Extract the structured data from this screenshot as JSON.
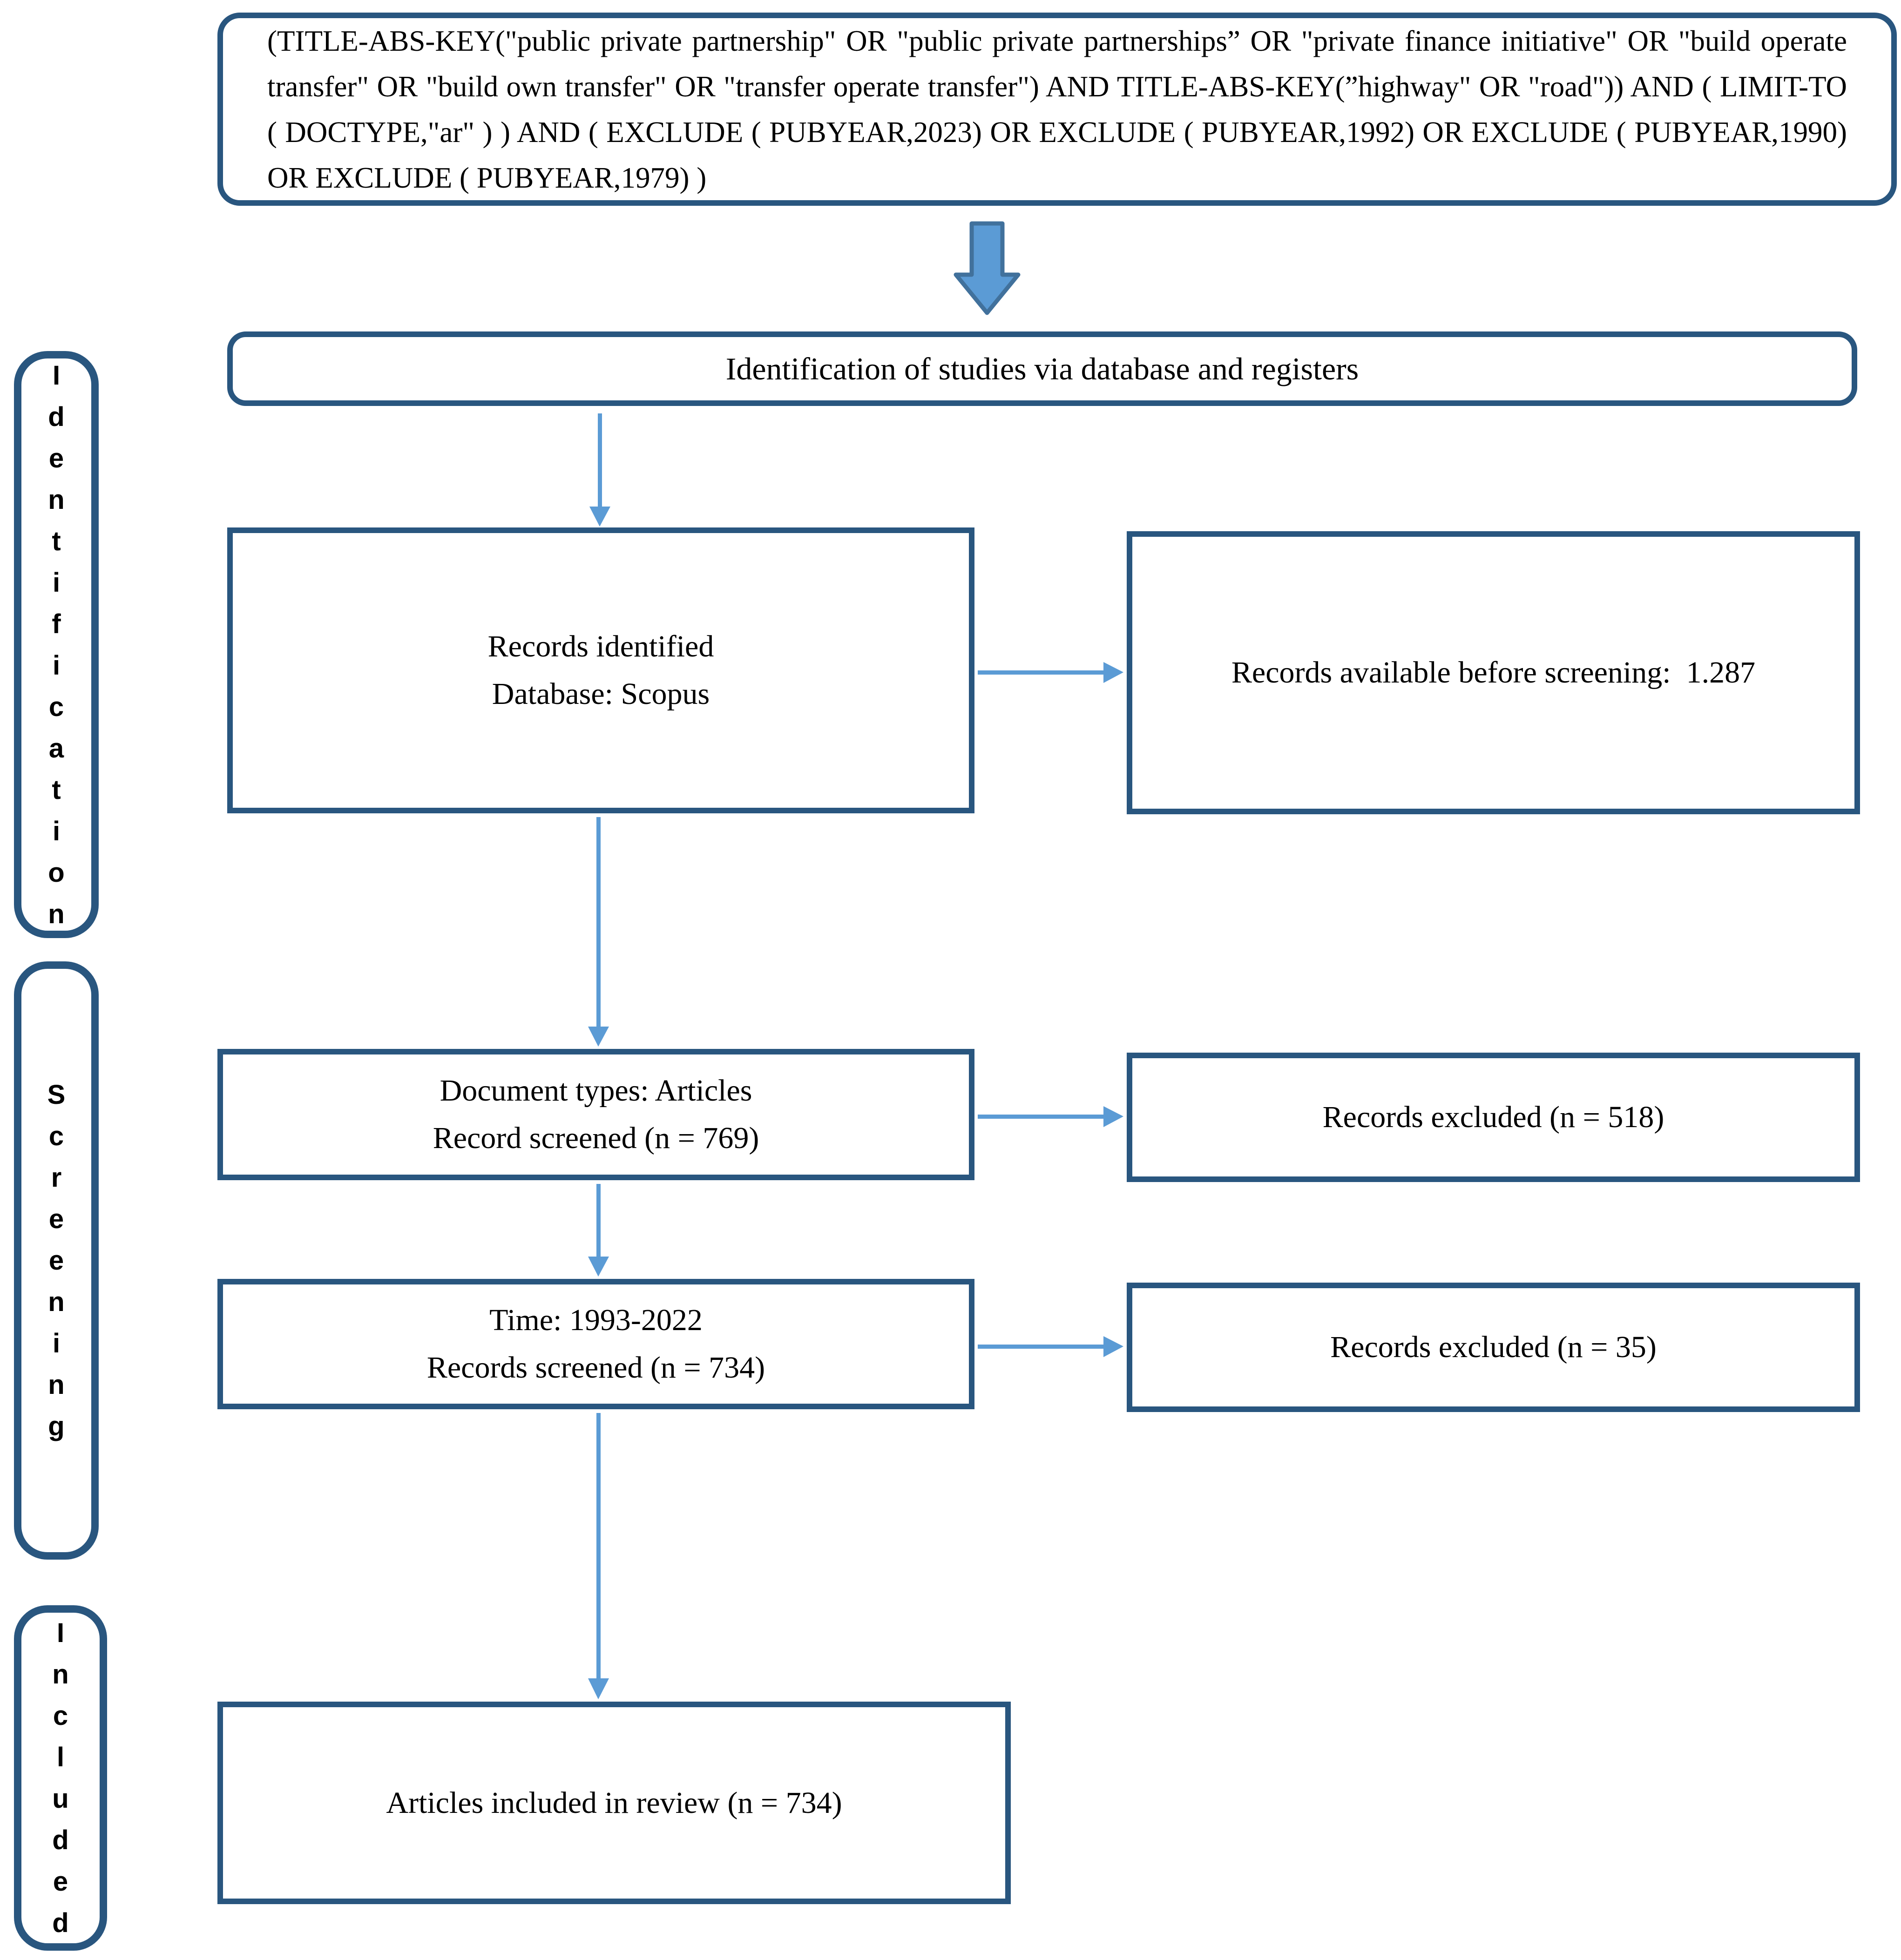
{
  "colors": {
    "box-border": "#29567F",
    "arrow-fill": "#5B9BD5",
    "arrow-stroke": "#41719C",
    "text": "#000000",
    "background": "#FFFFFF"
  },
  "query_box": {
    "text": "(TITLE-ABS-KEY(\"public private partnership\" OR \"public private partnerships” OR \"private finance initiative\" OR \"build operate transfer\" OR \"build own transfer\" OR \"transfer operate transfer\") AND TITLE-ABS-KEY(”highway\" OR \"road\")) AND ( LIMIT-TO ( DOCTYPE,\"ar\" ) ) AND ( EXCLUDE ( PUBYEAR,2023) OR EXCLUDE ( PUBYEAR,1992) OR EXCLUDE ( PUBYEAR,1990) OR EXCLUDE ( PUBYEAR,1979) )"
  },
  "header_box": {
    "text": "Identification of studies via database and registers"
  },
  "stage_labels": [
    {
      "text": "Identification",
      "vertical_text": "I\nd\ne\nn\nt\ni\nf\ni\nc\na\nt\ni\no\nn"
    },
    {
      "text": "Screening",
      "vertical_text": "S\nc\nr\ne\ne\nn\ni\nn\ng"
    },
    {
      "text": "Included",
      "vertical_text": "I\nn\nc\nl\nu\nd\ne\nd"
    }
  ],
  "boxes": {
    "records_identified": {
      "line1": "Records identified",
      "line2": "Database: Scopus"
    },
    "available_before_screening": {
      "text": "Records available before screening:  1.287"
    },
    "document_types": {
      "line1": "Document types: Articles",
      "line2": "Record screened (n = 769)"
    },
    "records_excluded_screening": {
      "text": "Records excluded (n = 518)"
    },
    "time_filter": {
      "line1": "Time: 1993-2022",
      "line2": "Records screened (n = 734)"
    },
    "records_excluded_time": {
      "text": "Records excluded (n = 35)"
    },
    "articles_included": {
      "text": "Articles included in review (n = 734)"
    }
  }
}
